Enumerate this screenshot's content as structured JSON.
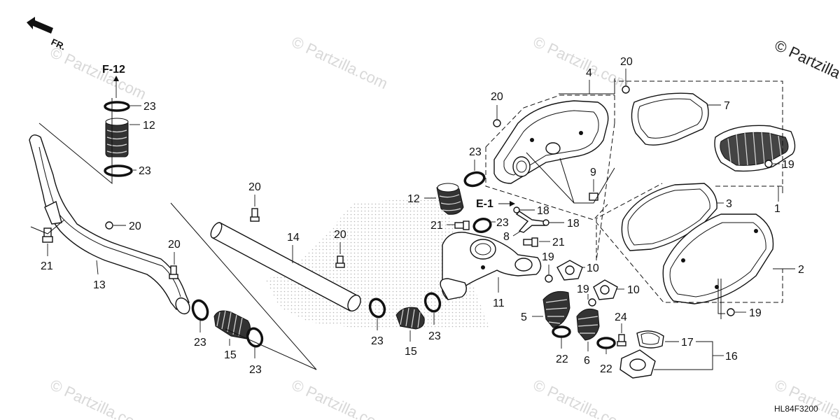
{
  "diagram": {
    "direction_label": "FR.",
    "reference_code": "HL84F3200",
    "watermark_corner": "© Partzilla",
    "watermark_repeat": "© Partzilla.com",
    "cross_refs": {
      "f12": "F-12",
      "e1": "E-1"
    },
    "callouts": {
      "c23a": "23",
      "c12a": "12",
      "c23b": "23",
      "c20a": "20",
      "c21a": "21",
      "c13": "13",
      "c20b": "20",
      "c23c": "23",
      "c15a": "15",
      "c23d": "23",
      "c20c": "20",
      "c14": "14",
      "c20d": "20",
      "c23e": "23",
      "c15b": "15",
      "c23f": "23",
      "c12b": "12",
      "c21b": "21",
      "c23g": "23",
      "c11": "11",
      "c23h": "23",
      "c20e": "20",
      "c4": "4",
      "c20f": "20",
      "c9": "9",
      "c18a": "18",
      "c8": "8",
      "c18b": "18",
      "c21c": "21",
      "c19a": "19",
      "c10a": "10",
      "c19b": "19",
      "c10b": "10",
      "c5": "5",
      "c22a": "22",
      "c6": "6",
      "c22b": "22",
      "c24": "24",
      "c17": "17",
      "c16": "16",
      "c7": "7",
      "c19c": "19",
      "c1": "1",
      "c3": "3",
      "c2": "2",
      "c19d": "19"
    }
  }
}
